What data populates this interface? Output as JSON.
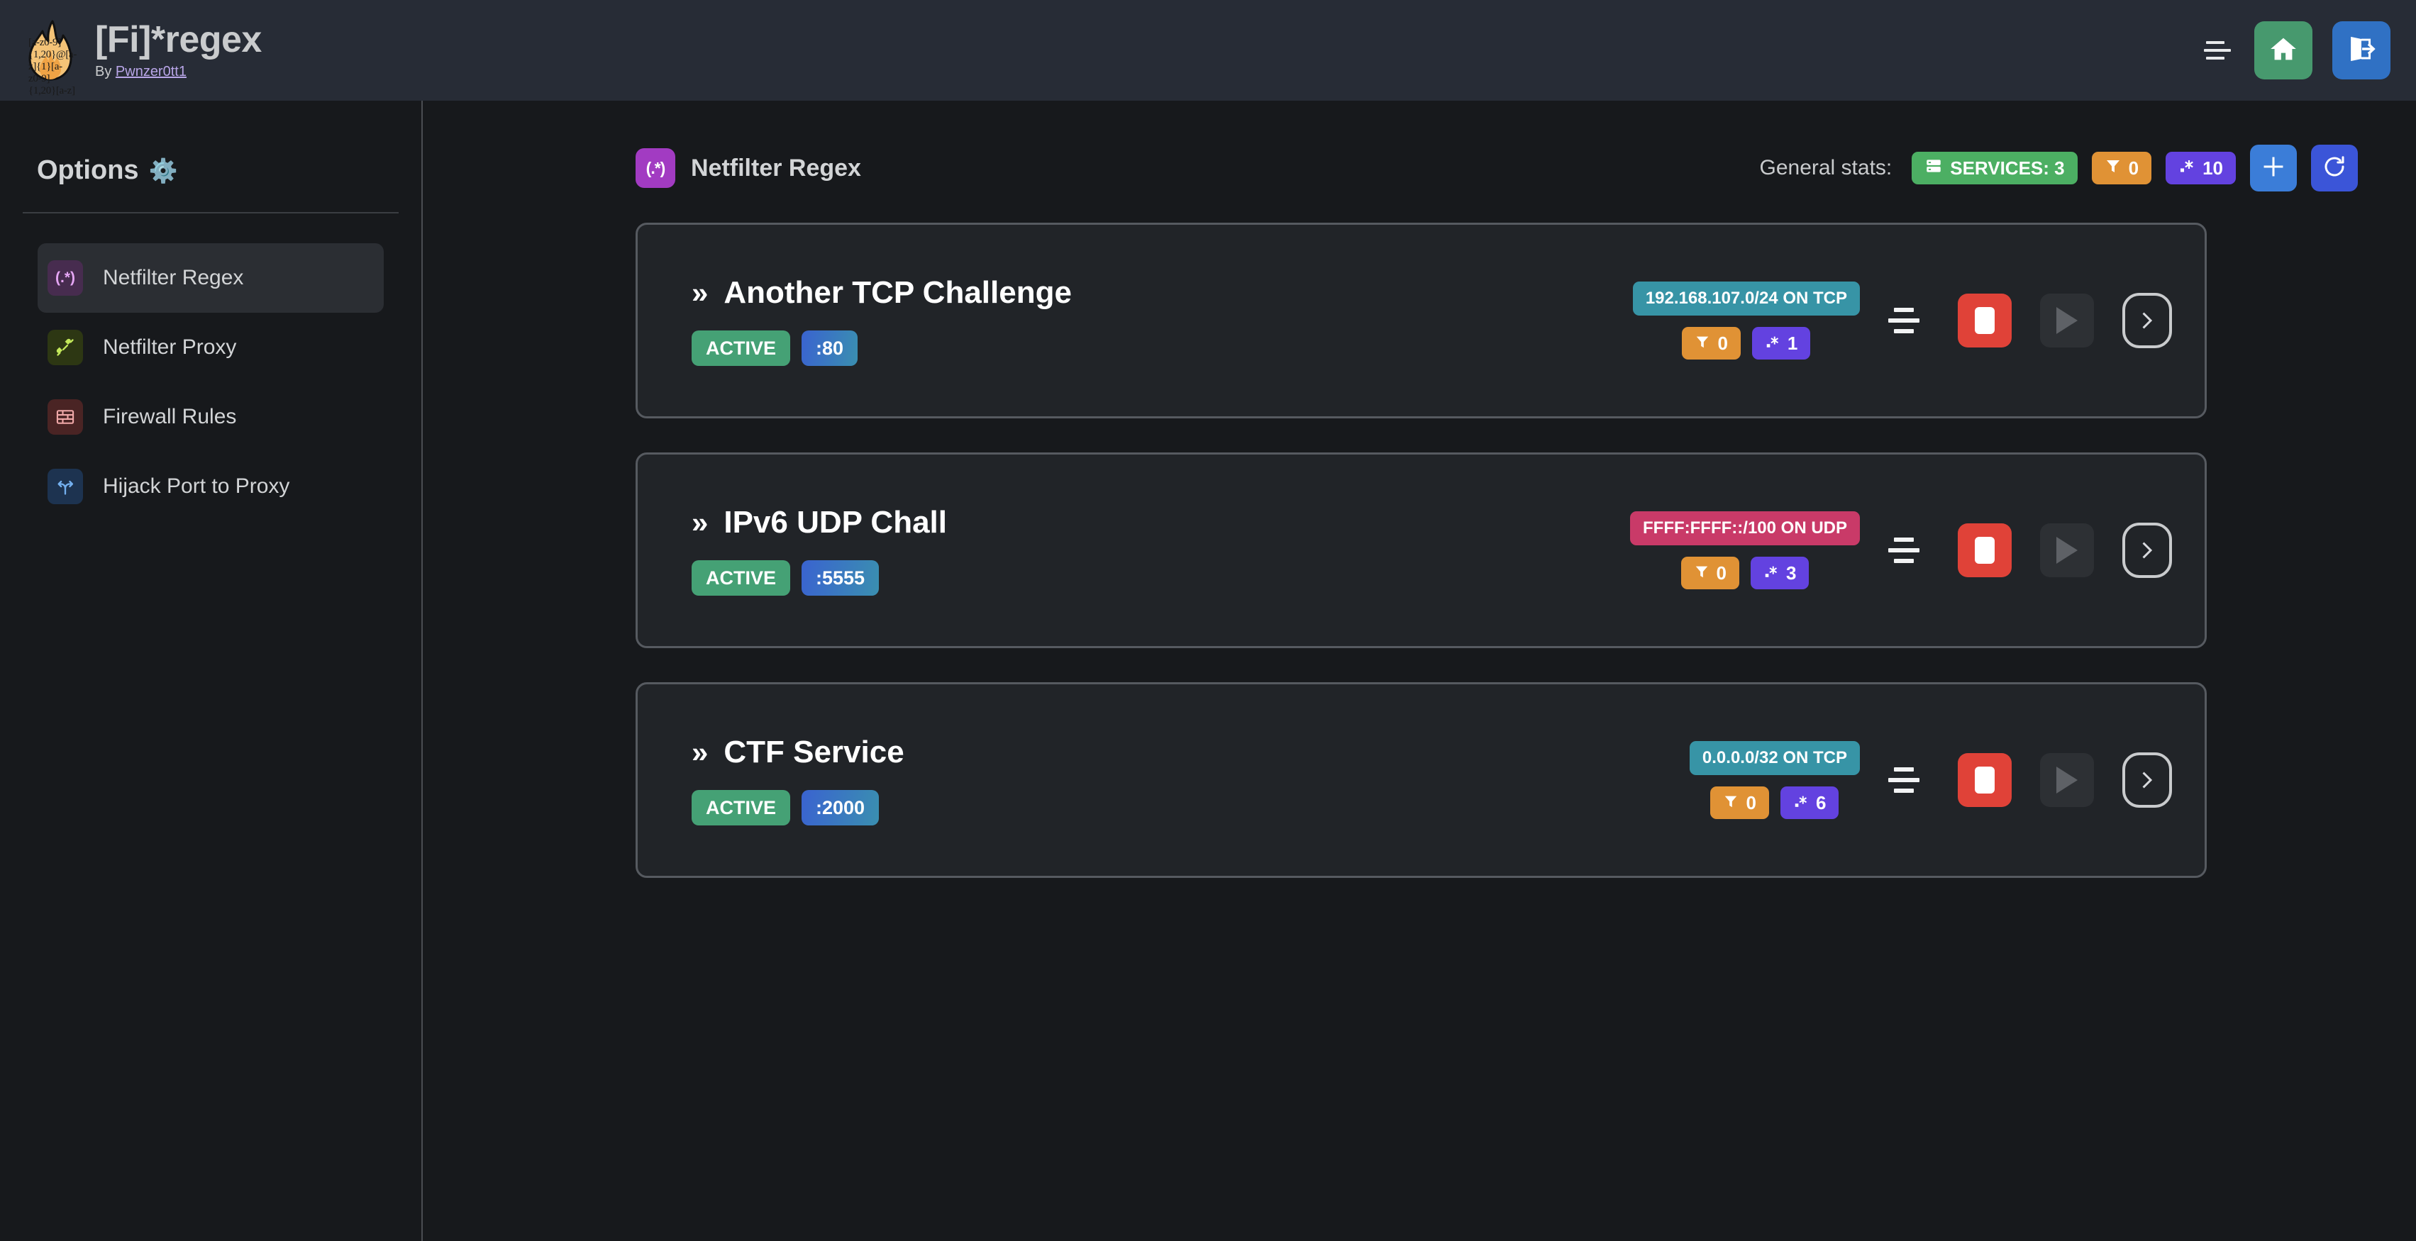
{
  "header": {
    "logo_icon": "flame-regex-logo",
    "logo_text": "[a-z0-9]{1,20}@[a-z]{1}[a-z0-9]{1,20}[a-z]",
    "app_title": "[Fi]*regex",
    "by_label": "By",
    "author": "Pwnzer0tt1",
    "menu_icon": "hamburger-menu-icon",
    "home_icon": "home-icon",
    "logout_icon": "logout-icon"
  },
  "sidebar": {
    "title": "Options",
    "gear_icon": "gear-icon",
    "items": [
      {
        "label": "Netfilter Regex",
        "icon": "regex-icon",
        "glyph": "(.*)",
        "active": true
      },
      {
        "label": "Netfilter Proxy",
        "icon": "plug-icon",
        "glyph": "⚯",
        "active": false
      },
      {
        "label": "Firewall Rules",
        "icon": "brick-wall-icon",
        "glyph": "☷",
        "active": false
      },
      {
        "label": "Hijack Port to Proxy",
        "icon": "fork-arrow-icon",
        "glyph": "⑂",
        "active": false
      }
    ]
  },
  "main": {
    "page_icon": "regex-icon",
    "page_icon_glyph": "(.*)",
    "page_title": "Netfilter Regex",
    "stats_label": "General stats:",
    "stats": [
      {
        "name": "services-badge",
        "icon": "server-icon",
        "text": "SERVICES: 3",
        "color": "#4caf63"
      },
      {
        "name": "filters-badge",
        "icon": "filter-icon",
        "text": "0",
        "color": "#e09235"
      },
      {
        "name": "regexes-badge",
        "icon": "regex-icon",
        "text": "10",
        "color": "#6342e0"
      }
    ],
    "add_icon": "plus-icon",
    "refresh_icon": "refresh-icon"
  },
  "services": [
    {
      "title": "Another TCP Challenge",
      "chevron_icon": "double-chevron-right-icon",
      "status": "ACTIVE",
      "port": ":80",
      "network": "192.168.107.0/24 ON TCP",
      "network_proto": "tcp",
      "filters": "0",
      "regexes": "1",
      "sort_icon": "sort-lines-icon",
      "stop_icon": "stop-icon",
      "play_icon": "play-icon",
      "open_icon": "chevron-right-icon"
    },
    {
      "title": "IPv6 UDP Chall",
      "chevron_icon": "double-chevron-right-icon",
      "status": "ACTIVE",
      "port": ":5555",
      "network": "FFFF:FFFF::/100 ON UDP",
      "network_proto": "udp",
      "filters": "0",
      "regexes": "3",
      "sort_icon": "sort-lines-icon",
      "stop_icon": "stop-icon",
      "play_icon": "play-icon",
      "open_icon": "chevron-right-icon"
    },
    {
      "title": "CTF Service",
      "chevron_icon": "double-chevron-right-icon",
      "status": "ACTIVE",
      "port": ":2000",
      "network": "0.0.0.0/32 ON TCP",
      "network_proto": "tcp",
      "filters": "0",
      "regexes": "6",
      "sort_icon": "sort-lines-icon",
      "stop_icon": "stop-icon",
      "play_icon": "play-icon",
      "open_icon": "chevron-right-icon"
    }
  ],
  "colors": {
    "header_bg": "#272c36",
    "body_bg": "#17191c",
    "card_bg": "#212428",
    "card_border": "#565a60",
    "accent_green": "#45a175",
    "accent_orange": "#e09235",
    "accent_purple": "#6342e0",
    "accent_red": "#e04238",
    "accent_teal": "#3794a6",
    "accent_pink": "#c93a68",
    "accent_blue": "#3b7dd8"
  }
}
